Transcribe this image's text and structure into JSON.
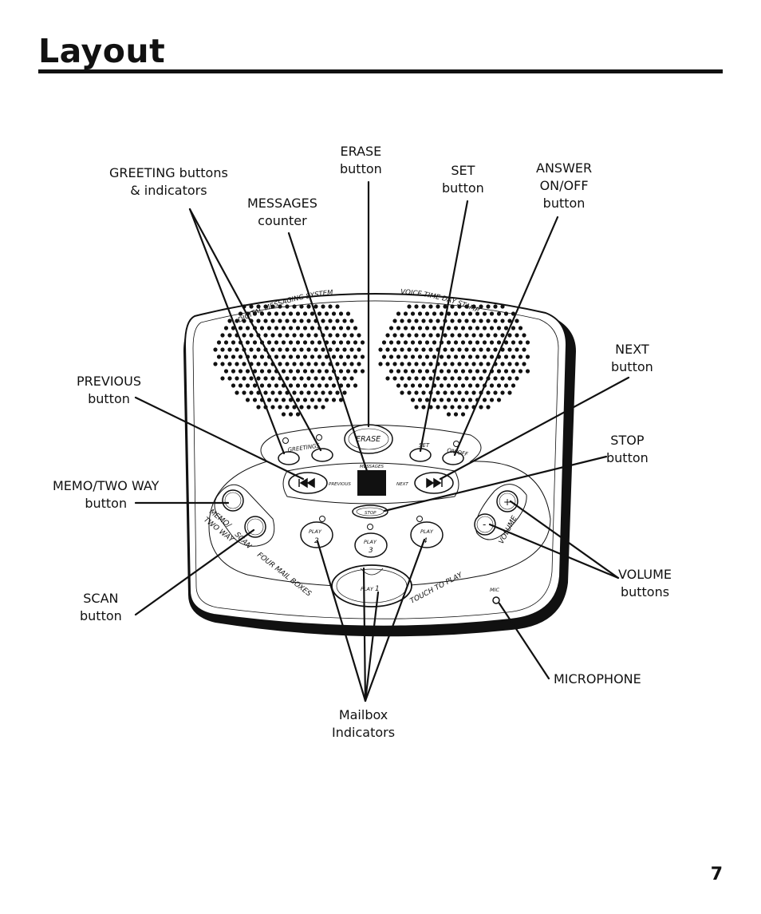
{
  "header": {
    "title": "Layout"
  },
  "page_number": "7",
  "callouts": {
    "greeting": [
      "GREETING buttons",
      "& indicators"
    ],
    "messages": [
      "MESSAGES",
      "counter"
    ],
    "erase": [
      "ERASE",
      "button"
    ],
    "set": [
      "SET",
      "button"
    ],
    "answer": [
      "ANSWER",
      "ON/OFF",
      "button"
    ],
    "next": [
      "NEXT",
      "button"
    ],
    "previous": [
      "PREVIOUS",
      "button"
    ],
    "stop": [
      "STOP",
      "button"
    ],
    "memo": [
      "MEMO/TWO WAY",
      "button"
    ],
    "scan": [
      "SCAN",
      "button"
    ],
    "volume": [
      "VOLUME",
      "buttons"
    ],
    "microphone": [
      "MICROPHONE"
    ],
    "mailbox": [
      "Mailbox",
      "Indicators"
    ]
  },
  "device": {
    "brand_arc": "DIGITAL MESSAGING SYSTEM",
    "feature_arc": "VOICE  TIME  DAY  STAMP",
    "greetings": "GREETINGS",
    "erase": "ERASE",
    "set": "SET",
    "on_off": "ON/OFF",
    "messages": "MESSAGES",
    "previous": "PREVIOUS",
    "next": "NEXT",
    "stop": "STOP",
    "memo": "MEMO/",
    "two_way": "TWO WAY",
    "scan": "SCAN",
    "four_mail_boxes": "FOUR MAIL BOXES",
    "touch_to_play": "TOUCH TO PLAY",
    "volume": "VOLUME",
    "mic": "MIC",
    "play": "PLAY",
    "mailbox_1": "1",
    "mailbox_2": "2",
    "mailbox_3": "3",
    "mailbox_4": "4",
    "plus": "+",
    "minus": "-"
  }
}
